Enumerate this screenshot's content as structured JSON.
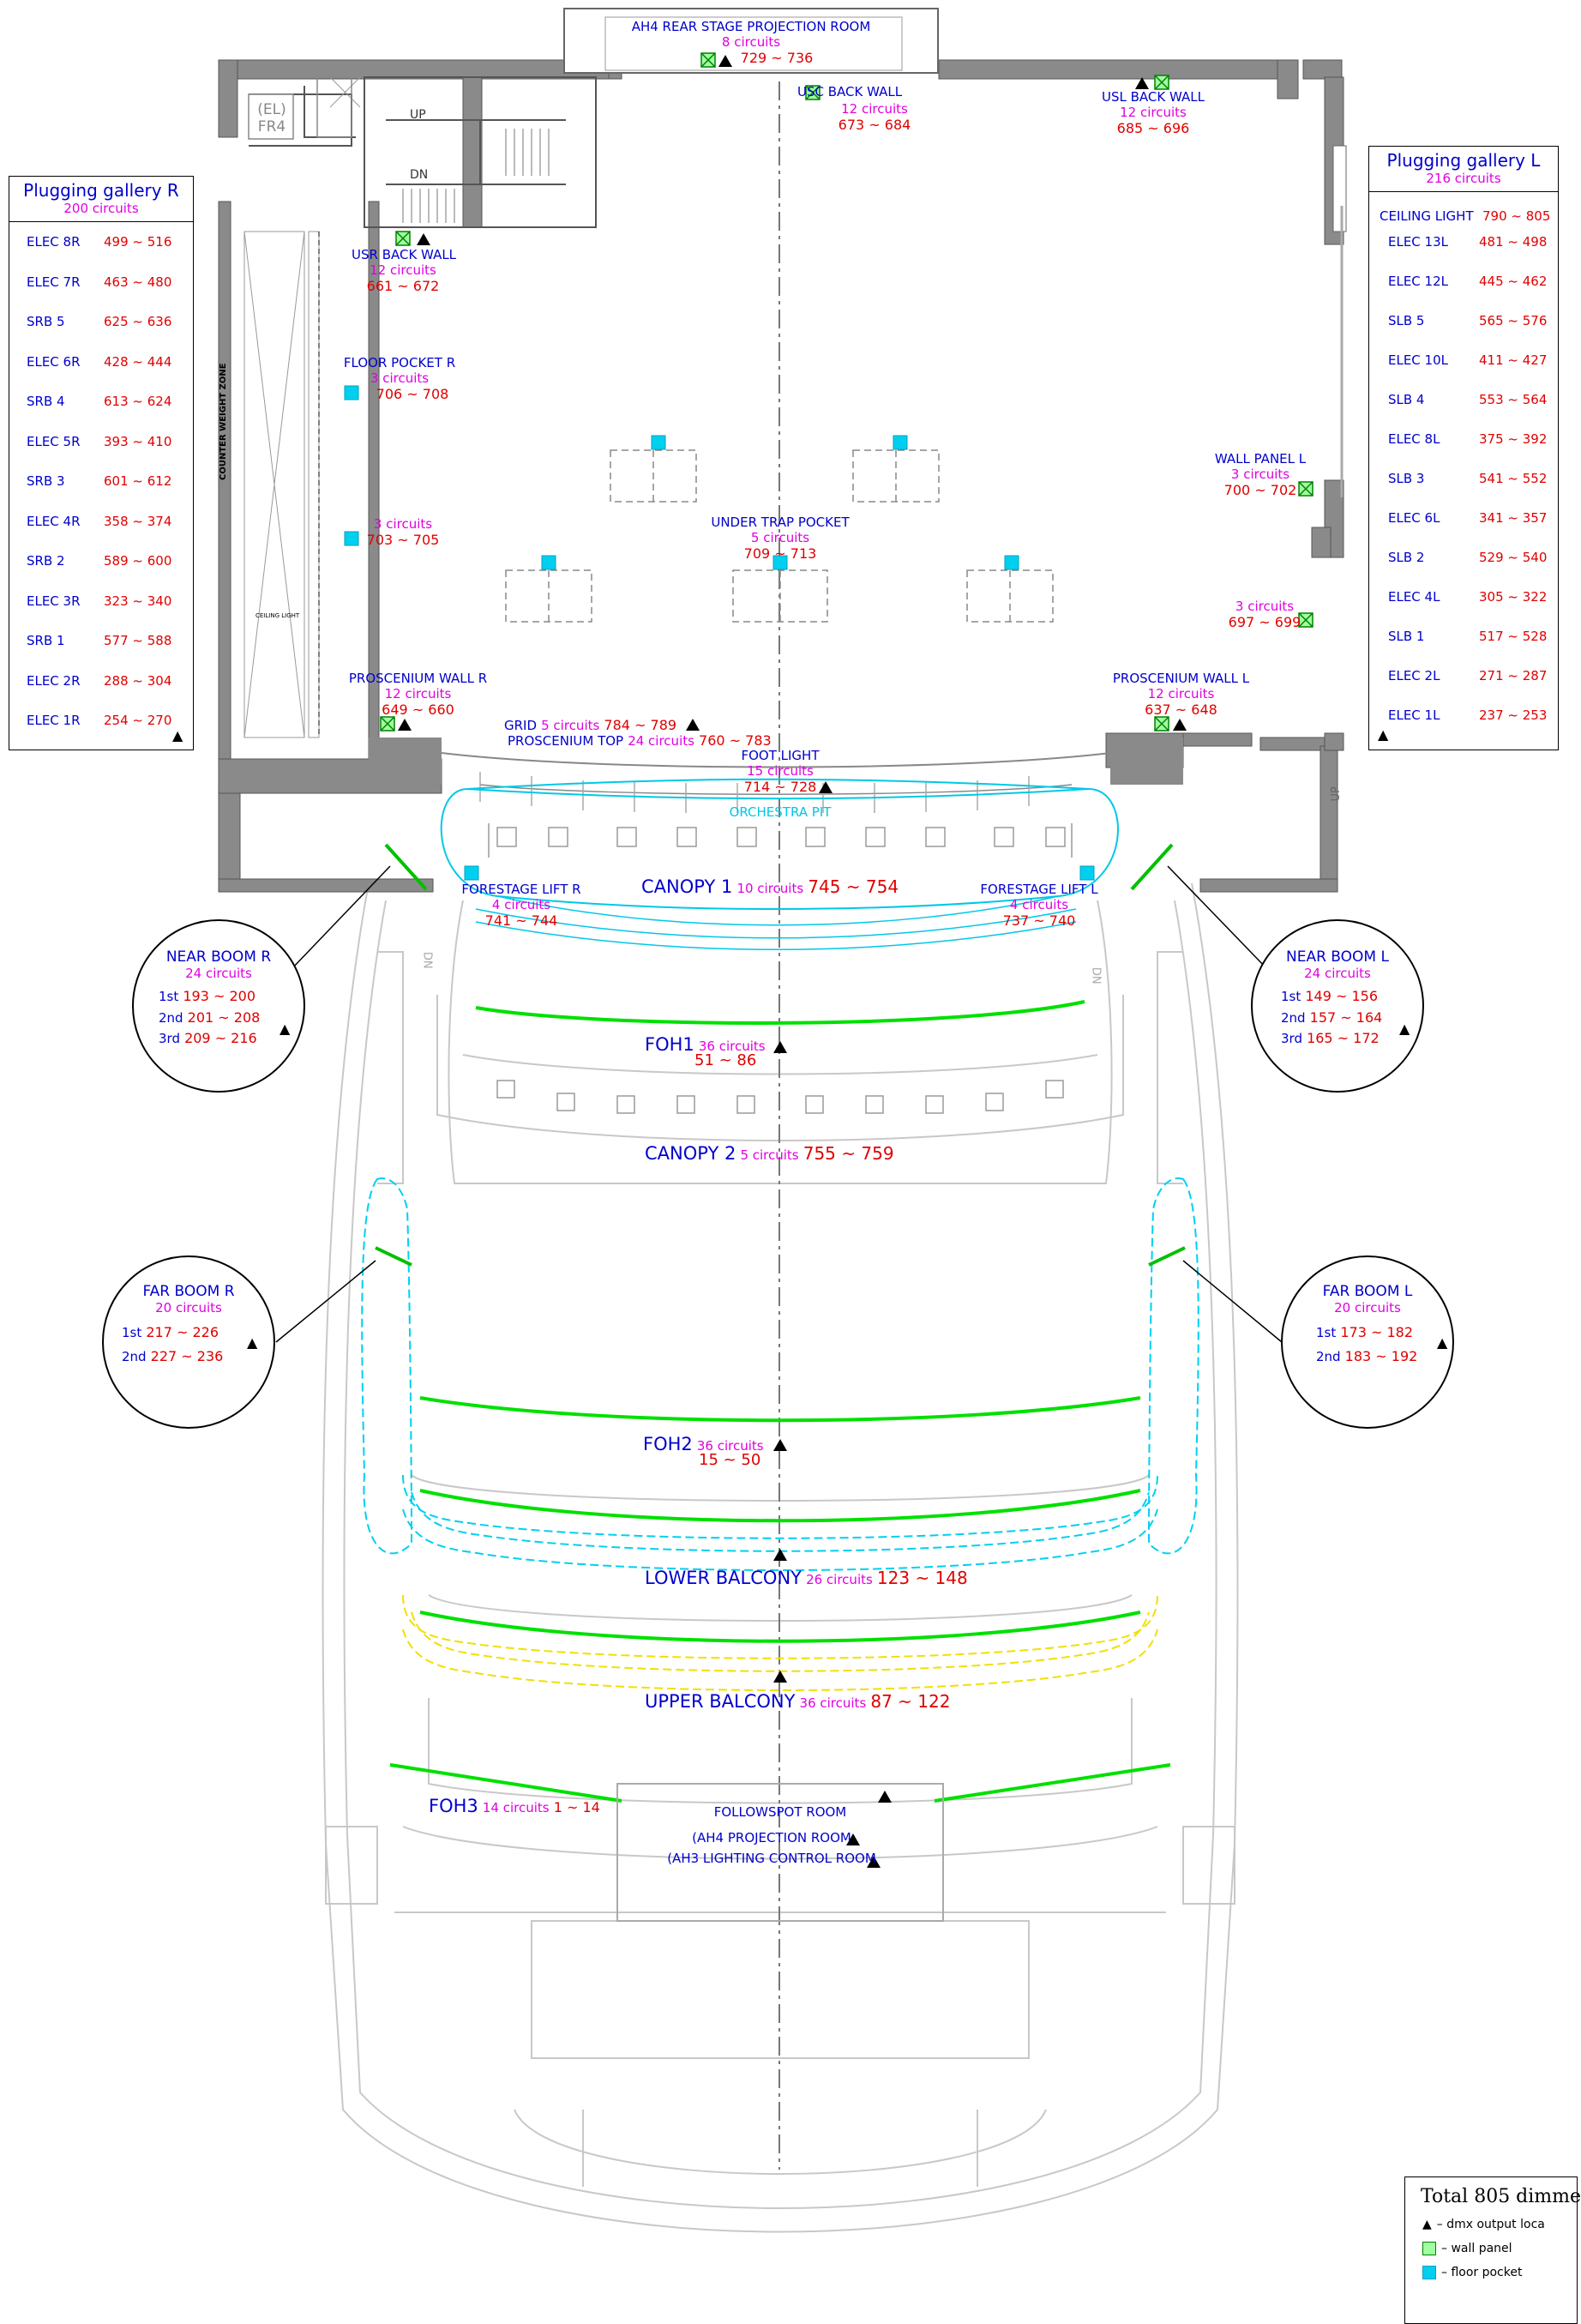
{
  "projection_room": {
    "name": "AH4 REAR STAGE PROJECTION ROOM",
    "circuits": "8 circuits",
    "range": "729 ~ 736"
  },
  "stage_labels": {
    "el_fr4": {
      "line1": "(EL)",
      "line2": "FR4"
    },
    "up": "UP",
    "dn": "DN",
    "counterweight": "COUNTER WEIGHT ZONE",
    "ceiling_light": "CEILING LIGHT",
    "dn_stair_left": "DN",
    "dn_stair_right": "DN",
    "up_stair_right": "UP"
  },
  "usc_back_wall": {
    "name": "USC BACK WALL",
    "circuits": "12 circuits",
    "range": "673 ~ 684"
  },
  "usl_back_wall": {
    "name": "USL BACK WALL",
    "circuits": "12 circuits",
    "range": "685 ~ 696"
  },
  "usr_back_wall": {
    "name": "USR BACK WALL",
    "circuits": "12 circuits",
    "range": "661 ~ 672"
  },
  "floor_pocket_r": {
    "name": "FLOOR POCKET R",
    "circuits": "3 circuits",
    "range": "706 ~ 708"
  },
  "pocket_r2": {
    "circuits": "3 circuits",
    "range": "703 ~ 705"
  },
  "under_trap_pocket": {
    "name": "UNDER TRAP POCKET",
    "circuits": "5 circuits",
    "range": "709 ~ 713"
  },
  "wall_panel_l": {
    "name": "WALL PANEL L",
    "circuits": "3 circuits",
    "range": "700 ~ 702"
  },
  "wall_l2": {
    "circuits": "3 circuits",
    "range": "697 ~ 699"
  },
  "proscenium_wall_r": {
    "name": "PROSCENIUM WALL R",
    "circuits": "12 circuits",
    "range": "649 ~ 660"
  },
  "proscenium_wall_l": {
    "name": "PROSCENIUM WALL L",
    "circuits": "12 circuits",
    "range": "637 ~ 648"
  },
  "grid": {
    "name": "GRID",
    "circuits": "5 circuits",
    "range": "784 ~ 789"
  },
  "proscenium_top": {
    "name": "PROSCENIUM TOP",
    "circuits": "24 circuits",
    "range": "760 ~ 783"
  },
  "foot_light": {
    "name": "FOOT LIGHT",
    "circuits": "15 circuits",
    "range": "714 ~ 728"
  },
  "orchestra_pit": "ORCHESTRA PIT",
  "canopy1": {
    "name": "CANOPY 1",
    "circuits": "10 circuits",
    "range": "745 ~ 754"
  },
  "forestage_lift_r": {
    "name": "FORESTAGE LIFT R",
    "circuits": "4 circuits",
    "range": "741 ~ 744"
  },
  "forestage_lift_l": {
    "name": "FORESTAGE LIFT L",
    "circuits": "4 circuits",
    "range": "737 ~ 740"
  },
  "foh1": {
    "name": "FOH1",
    "circuits": "36 circuits",
    "range": "51 ~ 86"
  },
  "canopy2": {
    "name": "CANOPY 2",
    "circuits": "5 circuits",
    "range": "755 ~ 759"
  },
  "foh2": {
    "name": "FOH2",
    "circuits": "36 circuits",
    "range": "15 ~ 50"
  },
  "lower_balcony": {
    "name": "LOWER BALCONY",
    "circuits": "26 circuits",
    "range": "123 ~ 148"
  },
  "upper_balcony": {
    "name": "UPPER BALCONY",
    "circuits": "36 circuits",
    "range": "87 ~ 122"
  },
  "foh3": {
    "name": "FOH3",
    "circuits": "14 circuits",
    "range": "1 ~ 14"
  },
  "followspot": {
    "name": "FOLLOWSPOT ROOM",
    "line2": "(AH4 PROJECTION ROOM",
    "line3": "(AH3 LIGHTING CONTROL ROOM"
  },
  "near_boom_r": {
    "name": "NEAR BOOM R",
    "circuits": "24 circuits",
    "rows": [
      {
        "label": "1st",
        "range": "193 ~ 200"
      },
      {
        "label": "2nd",
        "range": "201 ~ 208"
      },
      {
        "label": "3rd",
        "range": "209 ~ 216"
      }
    ]
  },
  "near_boom_l": {
    "name": "NEAR BOOM L",
    "circuits": "24 circuits",
    "rows": [
      {
        "label": "1st",
        "range": "149 ~ 156"
      },
      {
        "label": "2nd",
        "range": "157 ~ 164"
      },
      {
        "label": "3rd",
        "range": "165 ~ 172"
      }
    ]
  },
  "far_boom_r": {
    "name": "FAR BOOM R",
    "circuits": "20 circuits",
    "rows": [
      {
        "label": "1st",
        "range": "217 ~ 226"
      },
      {
        "label": "2nd",
        "range": "227 ~ 236"
      }
    ]
  },
  "far_boom_l": {
    "name": "FAR BOOM L",
    "circuits": "20 circuits",
    "rows": [
      {
        "label": "1st",
        "range": "173 ~ 182"
      },
      {
        "label": "2nd",
        "range": "183 ~ 192"
      }
    ]
  },
  "gallery_r": {
    "title": "Plugging gallery R",
    "circuits": "200 circuits",
    "rows": [
      {
        "label": "ELEC 8R",
        "range": "499 ~ 516"
      },
      {
        "label": "ELEC 7R",
        "range": "463 ~ 480"
      },
      {
        "label": "SRB 5",
        "range": "625 ~ 636"
      },
      {
        "label": "ELEC 6R",
        "range": "428 ~ 444"
      },
      {
        "label": "SRB 4",
        "range": "613 ~ 624"
      },
      {
        "label": "ELEC 5R",
        "range": "393 ~ 410"
      },
      {
        "label": "SRB 3",
        "range": "601 ~ 612"
      },
      {
        "label": "ELEC 4R",
        "range": "358 ~ 374"
      },
      {
        "label": "SRB 2",
        "range": "589 ~ 600"
      },
      {
        "label": "ELEC 3R",
        "range": "323 ~ 340"
      },
      {
        "label": "SRB 1",
        "range": "577 ~ 588"
      },
      {
        "label": "ELEC 2R",
        "range": "288 ~ 304"
      },
      {
        "label": "ELEC 1R",
        "range": "254 ~ 270"
      }
    ]
  },
  "gallery_l": {
    "title": "Plugging gallery L",
    "circuits": "216 circuits",
    "ceiling": {
      "label": "CEILING LIGHT",
      "range": "790 ~ 805"
    },
    "rows": [
      {
        "label": "ELEC 13L",
        "range": "481 ~ 498"
      },
      {
        "label": "ELEC 12L",
        "range": "445 ~ 462"
      },
      {
        "label": "SLB 5",
        "range": "565 ~ 576"
      },
      {
        "label": "ELEC 10L",
        "range": "411 ~ 427"
      },
      {
        "label": "SLB 4",
        "range": "553 ~ 564"
      },
      {
        "label": "ELEC 8L",
        "range": "375 ~ 392"
      },
      {
        "label": "SLB 3",
        "range": "541 ~ 552"
      },
      {
        "label": "ELEC 6L",
        "range": "341 ~ 357"
      },
      {
        "label": "SLB 2",
        "range": "529 ~ 540"
      },
      {
        "label": "ELEC 4L",
        "range": "305 ~ 322"
      },
      {
        "label": "SLB 1",
        "range": "517 ~ 528"
      },
      {
        "label": "ELEC 2L",
        "range": "271 ~ 287"
      },
      {
        "label": "ELEC 1L",
        "range": "237 ~ 253"
      }
    ]
  },
  "legend": {
    "title": "Total 805 dimme",
    "dmx": "– dmx output loca",
    "wall_panel": "– wall panel",
    "floor_pocket": "– floor pocket"
  },
  "colors": {
    "label_blue": "#0000cc",
    "circuit_magenta": "#e000e0",
    "range_red": "#e00000",
    "pit_cyan": "#00c8e6",
    "foh_green": "#00e000",
    "balcony_yellow": "#f0f000",
    "wall_gray": "#8a8a8a"
  },
  "icons": [
    "dmx-output-triangle-icon",
    "wall-panel-icon",
    "floor-pocket-icon"
  ]
}
